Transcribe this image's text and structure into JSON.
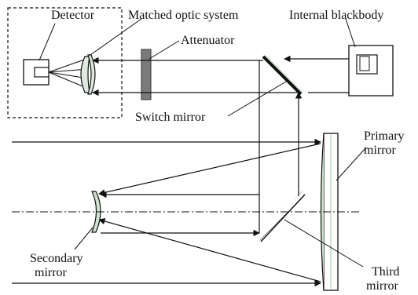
{
  "labels": {
    "detector": "Detector",
    "matched_optic": "Matched optic system",
    "internal_blackbody": "Internal blackbody",
    "attenuator": "Attenuator",
    "switch_mirror": "Switch mirror",
    "primary_mirror_1": "Primary",
    "primary_mirror_2": "mirror",
    "secondary_mirror_1": "Secondary",
    "secondary_mirror_2": "mirror",
    "third_mirror_1": "Third",
    "third_mirror_2": "mirror"
  },
  "colors": {
    "line": "#111111",
    "attenuator_fill": "#7a7a7a",
    "blackbody_fill": "#ffffff",
    "mirror_face": "#cfe3cf"
  }
}
